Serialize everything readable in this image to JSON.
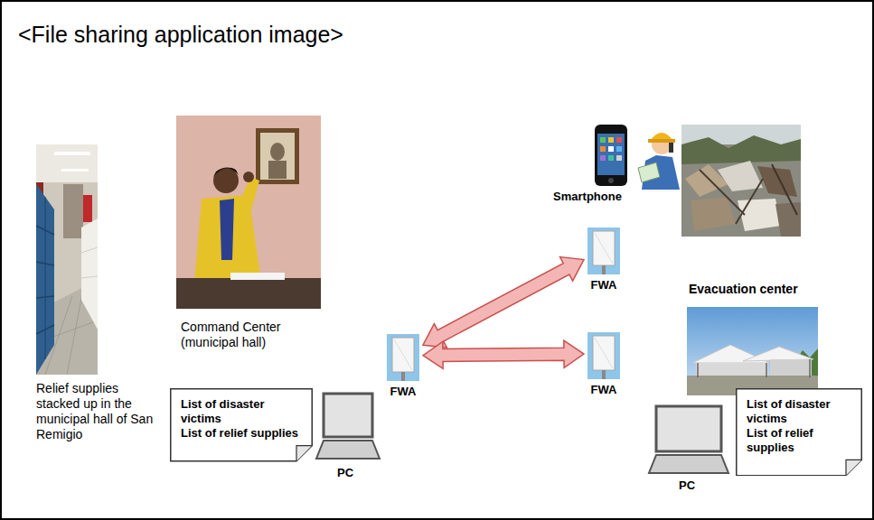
{
  "diagram": {
    "title": "<File sharing application image>",
    "nodes": [
      {
        "text": [
          "Relief supplies stacked up in the municipal hall of San Remigio"
        ]
      },
      {
        "text": [
          "Command Center (municipal hall)"
        ]
      },
      {
        "text": [
          "List of disaster victims",
          "List of relief supplies"
        ]
      },
      {
        "text": [
          "PC"
        ]
      },
      {
        "text": [
          "FWA"
        ]
      },
      {
        "text": [
          "Smartphone"
        ]
      },
      {
        "text": [
          "FWA"
        ]
      },
      {
        "text": [
          "FWA"
        ]
      },
      {
        "text": [
          "Evacuation center"
        ]
      },
      {
        "text": [
          "PC"
        ]
      },
      {
        "text": [
          "List of disaster victims",
          "List of relief supplies"
        ]
      }
    ],
    "edges": [
      {
        "from": 4,
        "to": 6,
        "arrow": "both"
      },
      {
        "from": 4,
        "to": 7,
        "arrow": "both"
      }
    ]
  }
}
